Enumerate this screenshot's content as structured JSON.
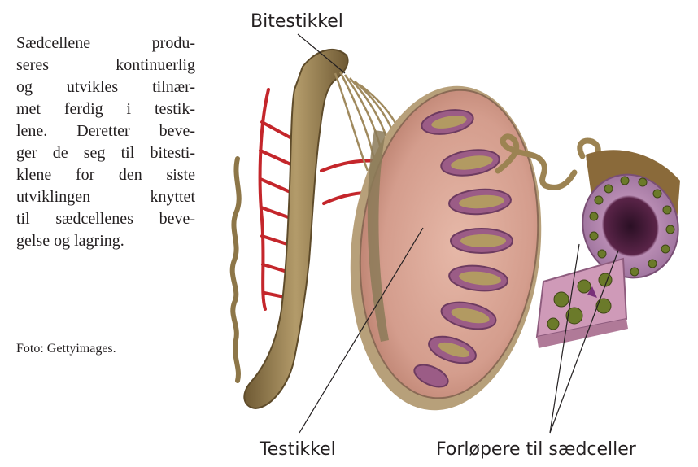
{
  "text": {
    "lines": [
      "Sædcellene produ-",
      "seres kontinuerlig",
      "og utvikles tilnær-",
      "met ferdig i testik-",
      "lene. Deretter beve-",
      "ger de seg til bitesti-",
      "klene for den siste",
      "utviklingen knyttet",
      "til sædcellenes beve-",
      "gelse og lagring."
    ]
  },
  "credit": "Foto: Gettyimages.",
  "labels": {
    "epididymis": "Bitestikkel",
    "testis": "Testikkel",
    "precursors": "Forløpere til sædceller"
  },
  "colors": {
    "text": "#231f20",
    "epididymis": "#9c8352",
    "vessels": "#c4262b",
    "testis_tissue": "#d9a99a",
    "lobule": "#9b5c86",
    "precursor_cells": "#6b7a2a"
  }
}
